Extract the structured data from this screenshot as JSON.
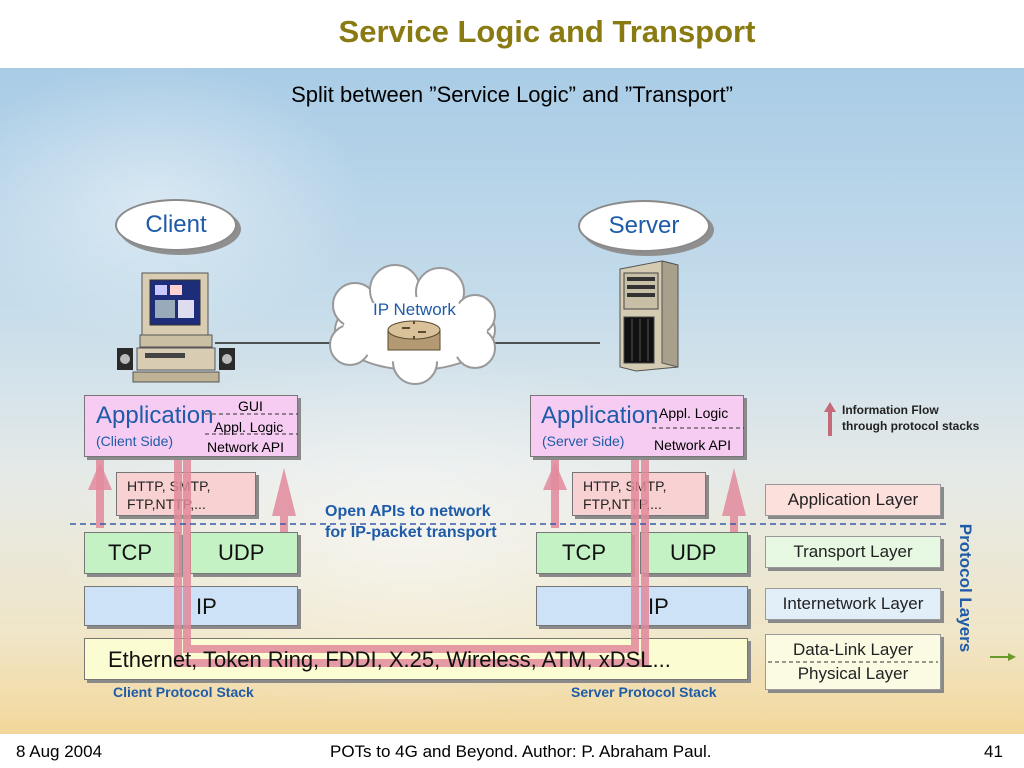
{
  "slide": {
    "title": "Service Logic and Transport",
    "subtitle": "Split between ”Service Logic” and ”Transport”"
  },
  "diagram": {
    "client_label": "Client",
    "server_label": "Server",
    "network_label": "IP Network",
    "client_app": {
      "title": "Application",
      "side": "(Client Side)",
      "gui": "GUI",
      "logic": "Appl. Logic",
      "api": "Network API"
    },
    "server_app": {
      "title": "Application",
      "side": "(Server Side)",
      "logic": "Appl. Logic",
      "api": "Network API"
    },
    "protocols_line1": "HTTP, SMTP,",
    "protocols_line2": "FTP,NTTP,...",
    "tcp": "TCP",
    "udp": "UDP",
    "ip": "IP",
    "link_layer": "Ethernet, Token Ring, FDDI, X.25, Wireless, ATM, xDSL...",
    "open_api_line1": "Open APIs to network",
    "open_api_line2": "for IP-packet transport",
    "client_stack": "Client Protocol Stack",
    "server_stack": "Server Protocol Stack",
    "legend_line1": "Information Flow",
    "legend_line2": "through protocol stacks",
    "layers": [
      "Application Layer",
      "Transport Layer",
      "Internetwork Layer",
      "Data-Link Layer",
      "Physical Layer"
    ],
    "protocol_layers_label": "Protocol Layers",
    "colors": {
      "app_pink": "#f6ccf2",
      "proto_pink": "#f8d2d2",
      "tcp_green": "#c4f2c4",
      "ip_blue": "#cde2f6",
      "link_yellow": "#fcfcd2",
      "flow_red": "#e28a9c",
      "label_blue": "#1e5ba8"
    }
  },
  "footer": {
    "date": "8 Aug 2004",
    "author": "POTs to 4G and Beyond. Author: P. Abraham Paul.",
    "page": "41"
  }
}
